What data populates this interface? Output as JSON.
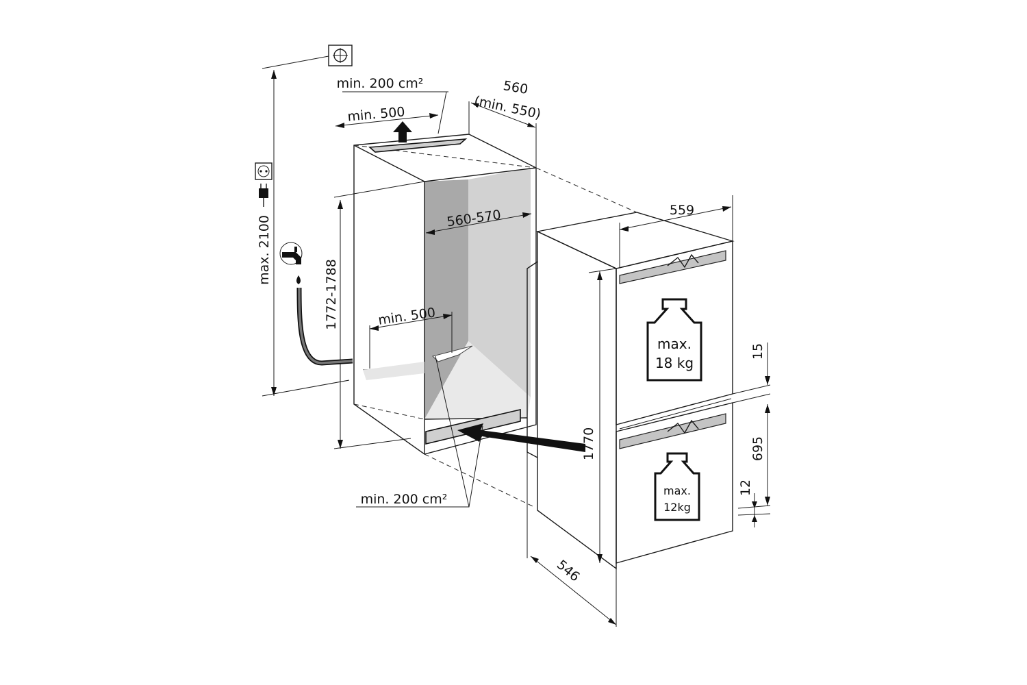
{
  "labels": {
    "top_vent_area": "min. 200 cm²",
    "top_vent_width": "min. 500",
    "niche_depth_main": "560",
    "niche_depth_min": "(min. 550)",
    "max_height": "max. 2100",
    "niche_height": "1772-1788",
    "niche_width": "560-570",
    "bottom_vent_width": "min. 500",
    "bottom_vent_area": "min. 200 cm²",
    "appliance_width": "559",
    "appliance_height": "1770",
    "appliance_depth": "546",
    "gap_top": "15",
    "lower_door": "695",
    "gap_bottom": "12"
  },
  "weights": {
    "upper_max": "max.",
    "upper_value": "18 kg",
    "lower_max": "max.",
    "lower_value": "12kg"
  },
  "icons": [
    "ventilation-symbol-icon",
    "power-socket-icon",
    "power-plug-icon",
    "water-tap-icon",
    "water-drop-icon",
    "weight-icon",
    "airflow-arrow-icon"
  ]
}
